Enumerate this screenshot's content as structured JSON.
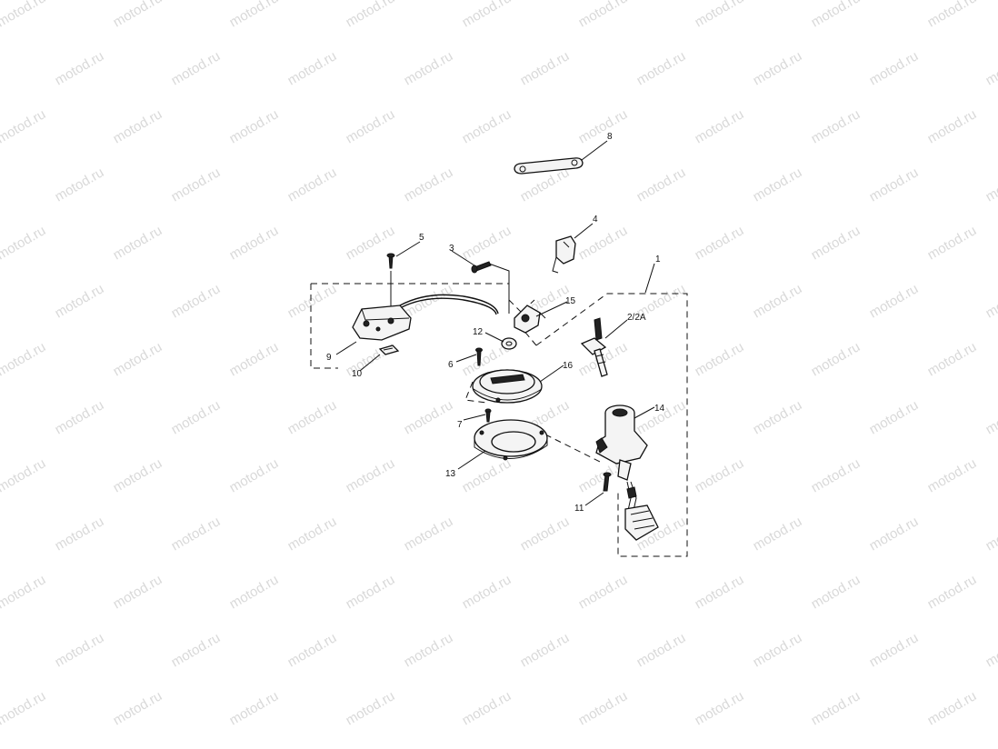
{
  "watermark": "motod.ru",
  "callouts": [
    {
      "id": "c1",
      "text": "1"
    },
    {
      "id": "c2",
      "text": "2/2A"
    },
    {
      "id": "c3",
      "text": "3"
    },
    {
      "id": "c4",
      "text": "4"
    },
    {
      "id": "c5",
      "text": "5"
    },
    {
      "id": "c6",
      "text": "6"
    },
    {
      "id": "c7",
      "text": "7"
    },
    {
      "id": "c8",
      "text": "8"
    },
    {
      "id": "c9",
      "text": "9"
    },
    {
      "id": "c10",
      "text": "10"
    },
    {
      "id": "c11",
      "text": "11"
    },
    {
      "id": "c12",
      "text": "12"
    },
    {
      "id": "c13",
      "text": "13"
    },
    {
      "id": "c14",
      "text": "14"
    },
    {
      "id": "c15",
      "text": "15"
    },
    {
      "id": "c16",
      "text": "16"
    }
  ]
}
